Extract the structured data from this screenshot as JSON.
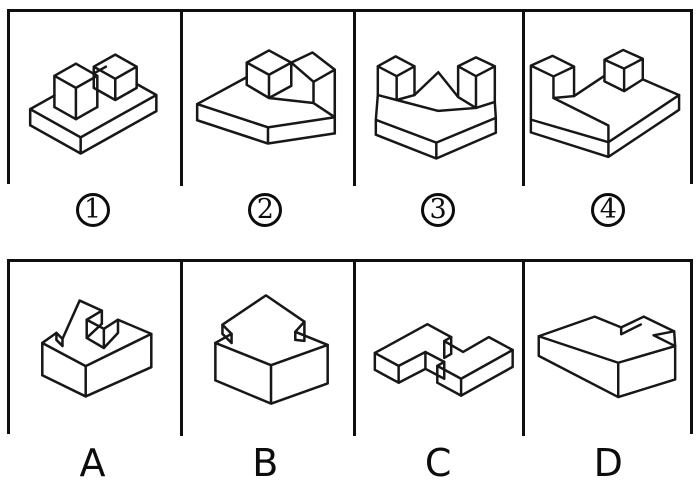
{
  "page": {
    "background": "#ffffff",
    "border_color": "#0f0f0f",
    "line_color": "#171717"
  },
  "top_row": {
    "cells": [
      {
        "label": "1",
        "label_style": "circled-number",
        "figure": "base-slab-with-tall-pedestal-block-and-cube-on-top"
      },
      {
        "label": "2",
        "label_style": "circled-number",
        "figure": "flat-base-with-cube-and-taller-corner-block-on-top"
      },
      {
        "label": "3",
        "label_style": "circled-number",
        "figure": "u-shaped-base-with-two-corner-towers"
      },
      {
        "label": "4",
        "label_style": "circled-number",
        "figure": "base-slab-with-left-corner-tower-and-cube-on-top"
      }
    ]
  },
  "bottom_row": {
    "cells": [
      {
        "label": "A",
        "label_style": "plain-letter",
        "figure": "tall-block-with-rectangular-top-notch-and-edge-notch"
      },
      {
        "label": "B",
        "label_style": "plain-letter",
        "figure": "tall-block-with-two-v-notched-top-corners"
      },
      {
        "label": "C",
        "label_style": "plain-letter",
        "figure": "flat-h-shaped-block"
      },
      {
        "label": "D",
        "label_style": "plain-letter",
        "figure": "flat-l-shaped-slab-with-notched-right-corner"
      }
    ]
  }
}
